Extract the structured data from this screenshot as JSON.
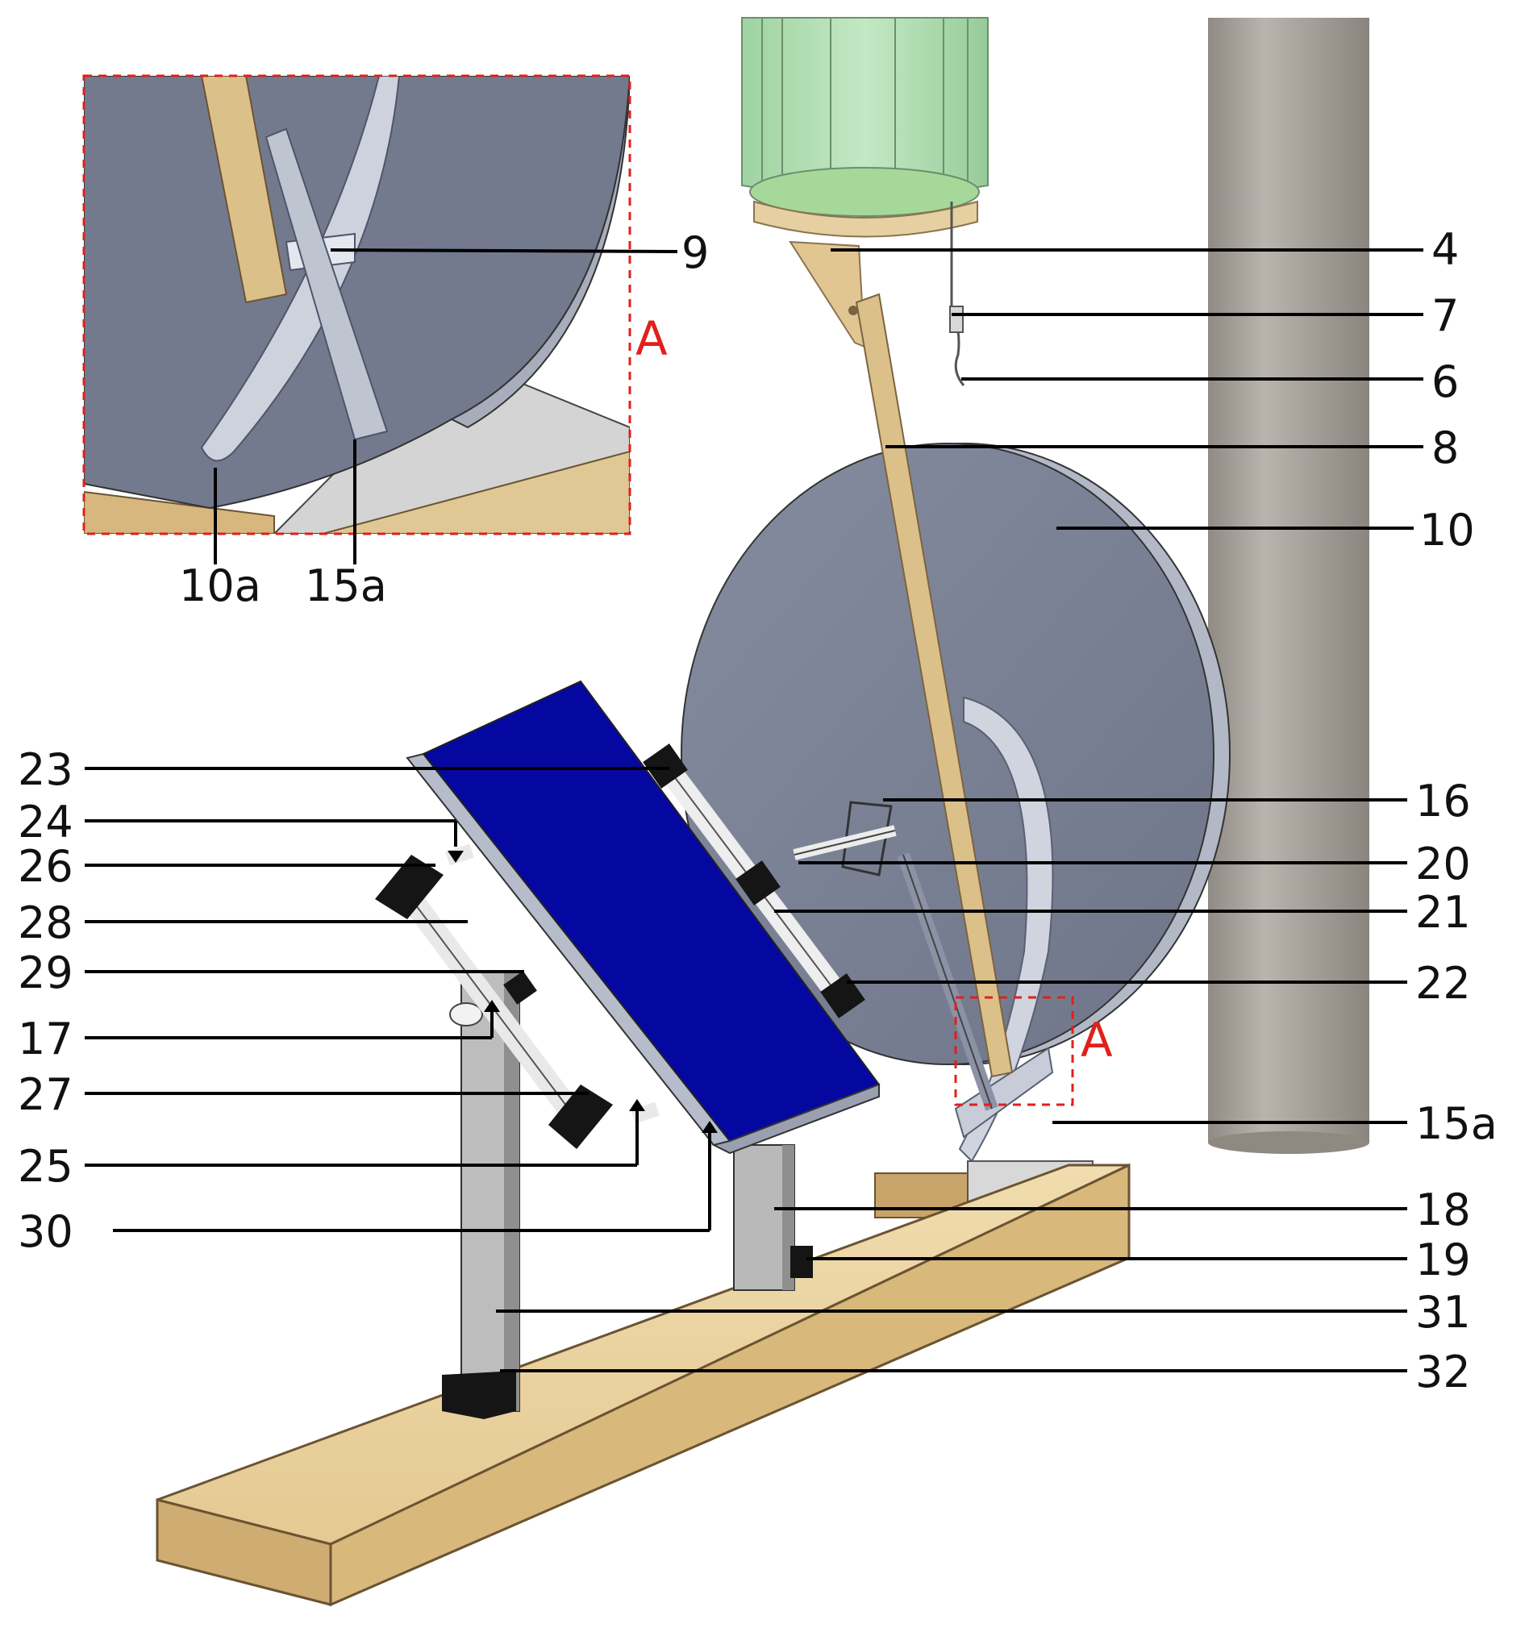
{
  "colors": {
    "background": "#ffffff",
    "wheel": "#7d8397",
    "wheel_rim": "#a3a8b8",
    "panel": "#0508a0",
    "panel_side": "#9aa0b0",
    "wood": "#e9cf9c",
    "wood_dark": "#caa66e",
    "metal": "#b7b7b7",
    "metal_dark": "#8e8e8e",
    "pillar": "#a9a39b",
    "tank": "#a7dcaa",
    "clamp": "#151515",
    "detail_frame": "#e0201c",
    "leader": "#000000"
  },
  "detail": {
    "frame_label": "A",
    "marker_label": "A",
    "labels": [
      {
        "id": "9",
        "text": "9"
      },
      {
        "id": "10a",
        "text": "10a"
      },
      {
        "id": "15a-detail",
        "text": "15a"
      }
    ]
  },
  "labels_right": [
    {
      "id": "4",
      "text": "4"
    },
    {
      "id": "7",
      "text": "7"
    },
    {
      "id": "6",
      "text": "6"
    },
    {
      "id": "8",
      "text": "8"
    },
    {
      "id": "10",
      "text": "10"
    },
    {
      "id": "16",
      "text": "16"
    },
    {
      "id": "20",
      "text": "20"
    },
    {
      "id": "21",
      "text": "21"
    },
    {
      "id": "22",
      "text": "22"
    },
    {
      "id": "15a",
      "text": "15a"
    },
    {
      "id": "18",
      "text": "18"
    },
    {
      "id": "19",
      "text": "19"
    },
    {
      "id": "31",
      "text": "31"
    },
    {
      "id": "32",
      "text": "32"
    }
  ],
  "labels_left": [
    {
      "id": "23",
      "text": "23"
    },
    {
      "id": "24",
      "text": "24"
    },
    {
      "id": "26",
      "text": "26"
    },
    {
      "id": "28",
      "text": "28"
    },
    {
      "id": "29",
      "text": "29"
    },
    {
      "id": "17",
      "text": "17"
    },
    {
      "id": "27",
      "text": "27"
    },
    {
      "id": "25",
      "text": "25"
    },
    {
      "id": "30",
      "text": "30"
    }
  ]
}
